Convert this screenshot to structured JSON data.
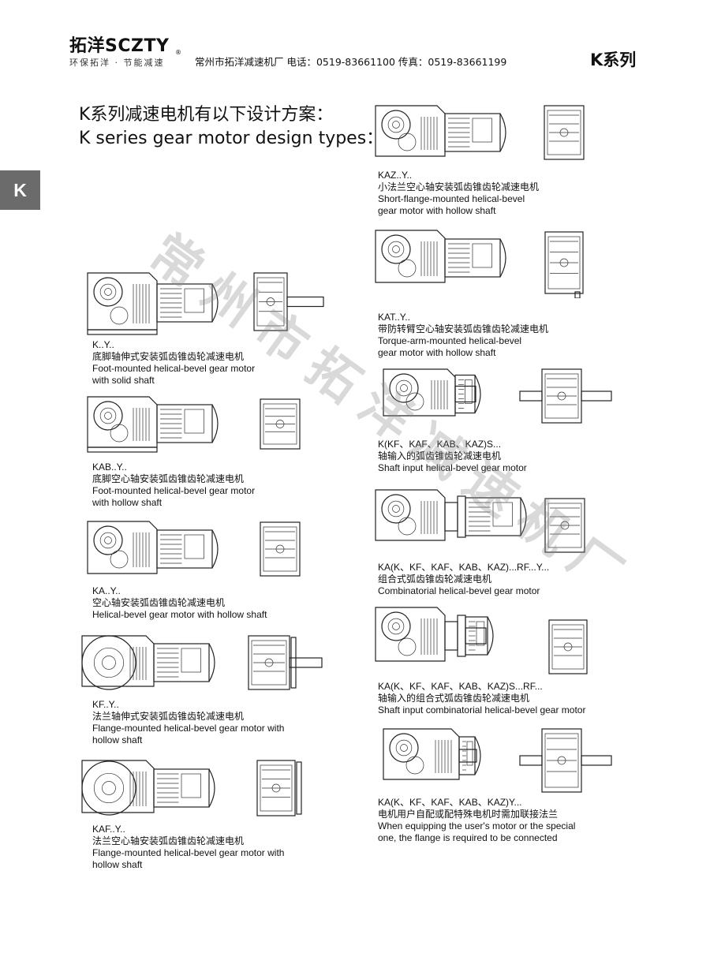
{
  "header": {
    "logo_main": "拓洋SCZTY",
    "logo_sub": "环保拓洋 · 节能减速",
    "logo_reg": "®",
    "company": "常州市拓洋减速机厂   电话：0519-83661100   传真：0519-83661199",
    "series": "K系列"
  },
  "side_tab": "K",
  "title": {
    "cn": "K系列减速电机有以下设计方案：",
    "en": "K series gear motor design types："
  },
  "watermark": "常州市拓洋减速机厂",
  "items": [
    {
      "code": "K..Y..",
      "cn": "底脚轴伸式安装弧齿锥齿轮减速电机",
      "en": [
        "Foot-mounted helical-bevel gear motor",
        "with solid shaft"
      ]
    },
    {
      "code": "KAB..Y..",
      "cn": "底脚空心轴安装弧齿锥齿轮减速电机",
      "en": [
        "Foot-mounted helical-bevel gear motor",
        "with hollow shaft"
      ]
    },
    {
      "code": "KA..Y..",
      "cn": "空心轴安装弧齿锥齿轮减速电机",
      "en": [
        "Helical-bevel gear motor with hollow shaft"
      ]
    },
    {
      "code": "KF..Y..",
      "cn": "法兰轴伸式安装弧齿锥齿轮减速电机",
      "en": [
        "Flange-mounted helical-bevel gear motor with",
        "hollow shaft"
      ]
    },
    {
      "code": "KAF..Y..",
      "cn": "法兰空心轴安装弧齿锥齿轮减速电机",
      "en": [
        "Flange-mounted helical-bevel gear motor with",
        "hollow shaft"
      ]
    },
    {
      "code": "KAZ..Y..",
      "cn": "小法兰空心轴安装弧齿锥齿轮减速电机",
      "en": [
        "Short-flange-mounted helical-bevel",
        "gear motor with hollow shaft"
      ]
    },
    {
      "code": "KAT..Y..",
      "cn": "带防转臂空心轴安装弧齿锥齿轮减速电机",
      "en": [
        "Torque-arm-mounted helical-bevel",
        "gear motor with hollow shaft"
      ]
    },
    {
      "code": "K(KF、KAF、KAB、KAZ)S...",
      "cn": "轴输入的弧齿锥齿轮减速电机",
      "en": [
        "Shaft input helical-bevel gear motor"
      ]
    },
    {
      "code": "KA(K、KF、KAF、KAB、KAZ)...RF...Y...",
      "cn": "组合式弧齿锥齿轮减速电机",
      "en": [
        "Combinatorial helical-bevel gear motor"
      ]
    },
    {
      "code": "KA(K、KF、KAF、KAB、KAZ)S...RF...",
      "cn": "轴输入的组合式弧齿锥齿轮减速电机",
      "en": [
        "Shaft input combinatorial helical-bevel gear motor"
      ]
    },
    {
      "code": "KA(K、KF、KAF、KAB、KAZ)Y...",
      "cn": "电机用户自配或配特殊电机时需加联接法兰",
      "en": [
        "When equipping the user's motor or the special",
        "one, the flange is required to be connected"
      ]
    }
  ]
}
